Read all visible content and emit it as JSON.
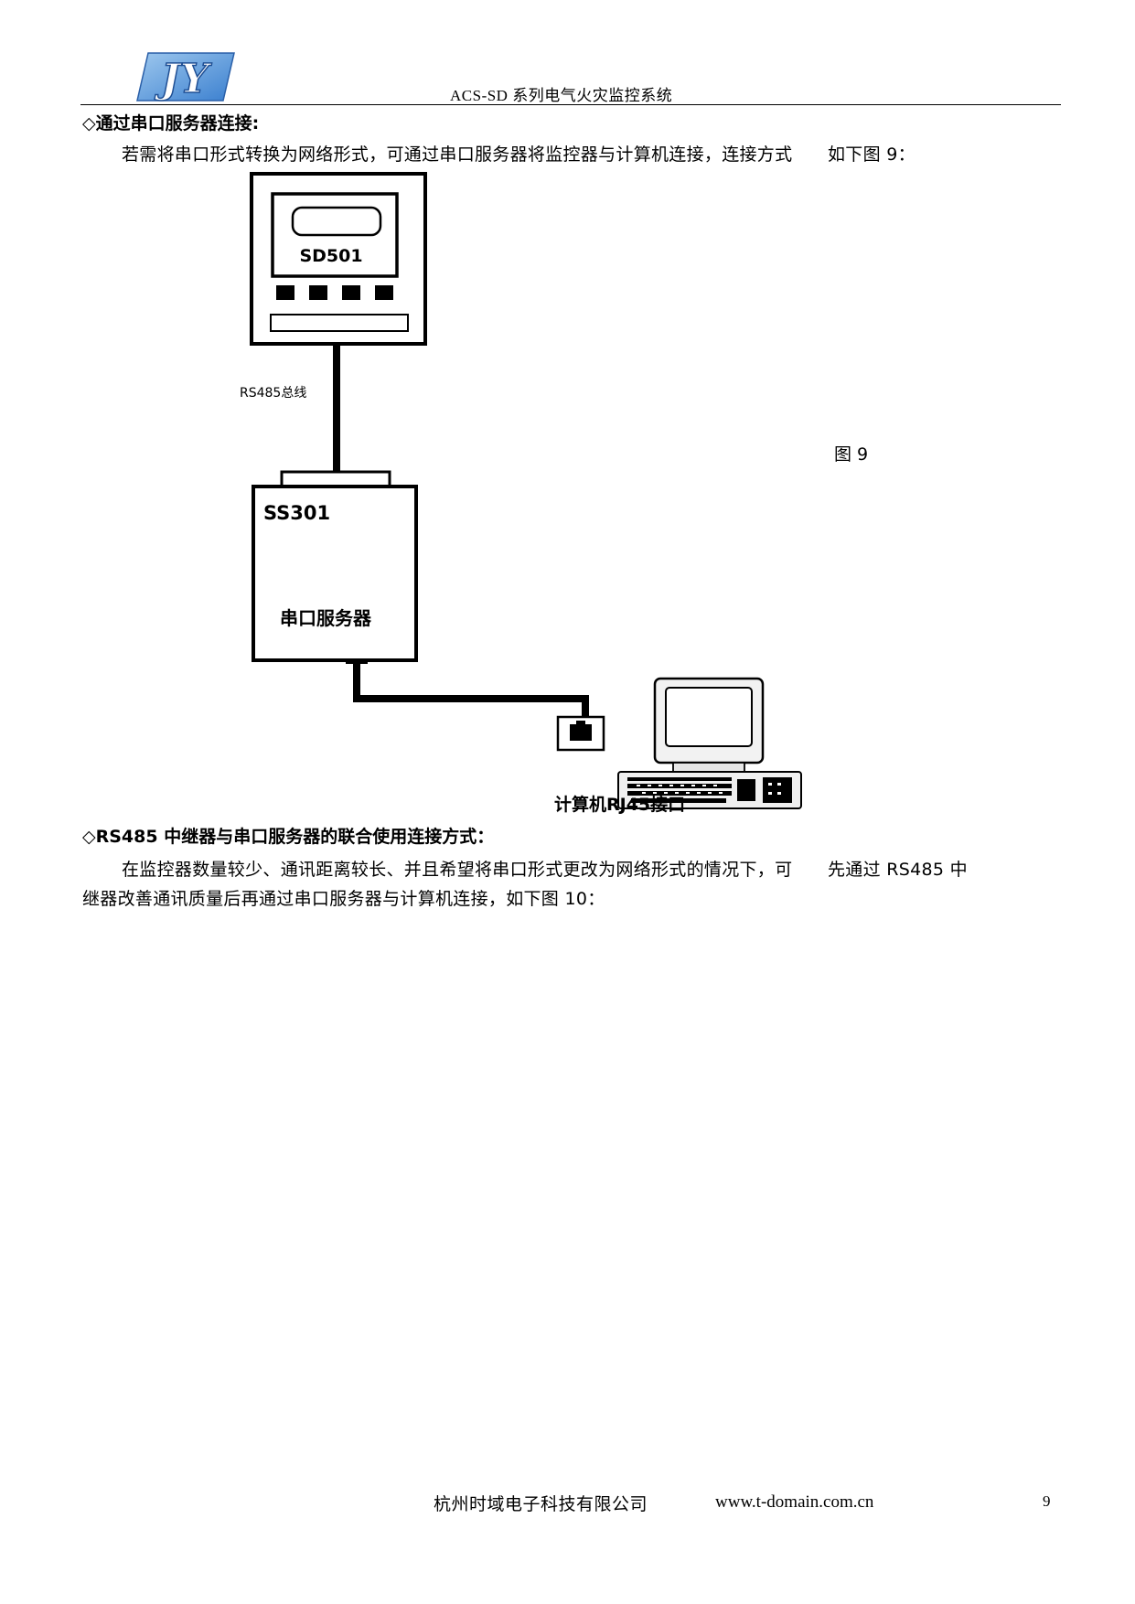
{
  "header": {
    "logo_text": "JY",
    "title": "ACS-SD 系列电气火灾监控系统"
  },
  "section1": {
    "heading": "◇通过串口服务器连接:",
    "paragraph": "若需将串口形式转换为网络形式，可通过串口服务器将监控器与计算机连接，连接方式　　如下图 9："
  },
  "figure9": {
    "device_label": "SD501",
    "bus_label": "RS485总线",
    "server_model": "SS301",
    "server_label": "串口服务器",
    "computer_label": "计算机RJ45接口",
    "caption": "图 9"
  },
  "section2": {
    "heading": "◇RS485 中继器与串口服务器的联合使用连接方式：",
    "paragraph_line1": "在监控器数量较少、通讯距离较长、并且希望将串口形式更改为网络形式的情况下，可　　先通过 RS485 中",
    "paragraph_line2": "继器改善通讯质量后再通过串口服务器与计算机连接，如下图 10："
  },
  "footer": {
    "company": "杭州时域电子科技有限公司",
    "url": "www.t-domain.com.cn",
    "page_number": "9"
  }
}
